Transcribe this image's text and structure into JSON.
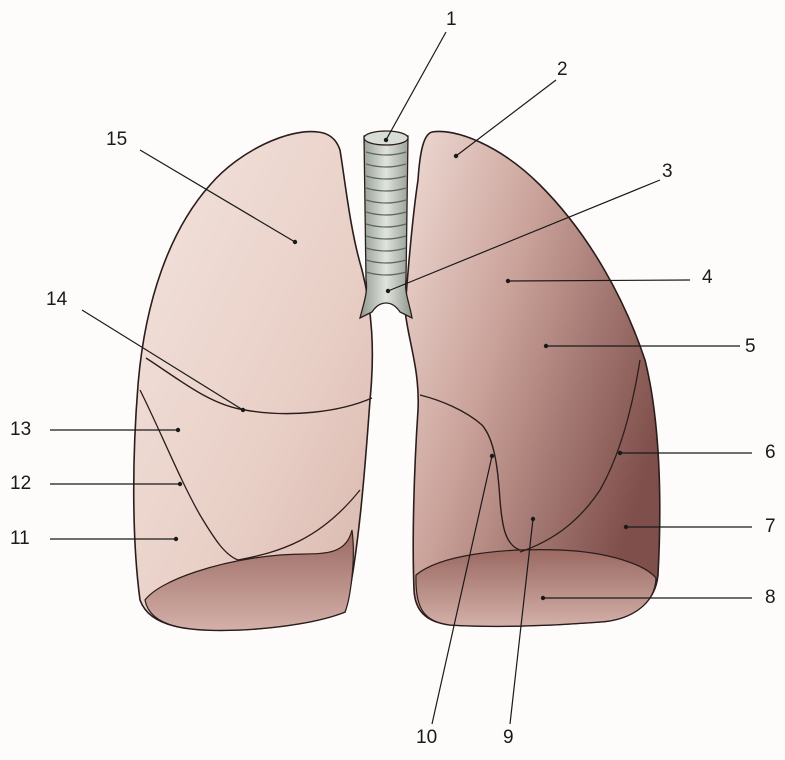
{
  "colors": {
    "lung_light": "#eed9d2",
    "lung_mid": "#c9a29a",
    "lung_dark": "#8a5a55",
    "outline": "#2b1d1b",
    "trachea": "#c9cfc6",
    "background": "#fdfcfb"
  },
  "labels": [
    {
      "id": "1",
      "text": "1"
    },
    {
      "id": "2",
      "text": "2"
    },
    {
      "id": "3",
      "text": "3"
    },
    {
      "id": "4",
      "text": "4"
    },
    {
      "id": "5",
      "text": "5"
    },
    {
      "id": "6",
      "text": "6"
    },
    {
      "id": "7",
      "text": "7"
    },
    {
      "id": "8",
      "text": "8"
    },
    {
      "id": "9",
      "text": "9"
    },
    {
      "id": "10",
      "text": "10"
    },
    {
      "id": "11",
      "text": "11"
    },
    {
      "id": "12",
      "text": "12"
    },
    {
      "id": "13",
      "text": "13"
    },
    {
      "id": "14",
      "text": "14"
    },
    {
      "id": "15",
      "text": "15"
    }
  ]
}
